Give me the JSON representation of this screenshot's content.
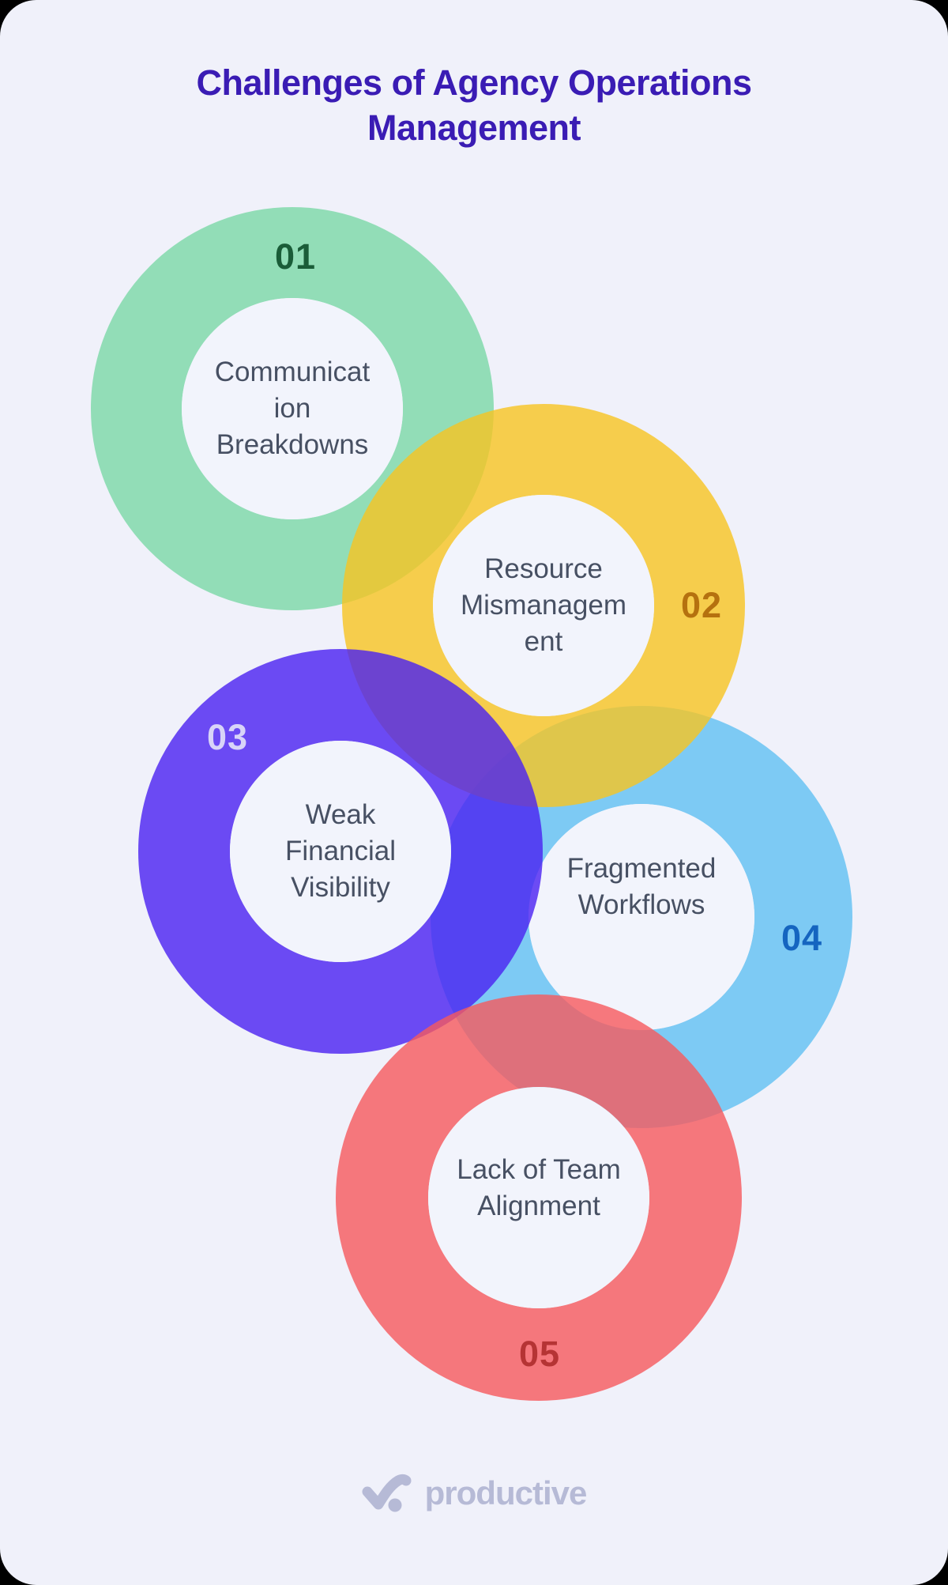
{
  "page": {
    "background_color": "#f0f1fa",
    "frame_color": "#000000"
  },
  "title": {
    "text": "Challenges of Agency Operations\nManagement",
    "color": "#3a1cb4"
  },
  "items": [
    {
      "number": "01",
      "label": "Communicat\nion\nBreakdowns",
      "ring_color": "#7bd8a6",
      "number_color": "#1a5c38"
    },
    {
      "number": "02",
      "label": "Resource\nMismanagem\nent",
      "ring_color": "#f8c421",
      "number_color": "#b5710f"
    },
    {
      "number": "03",
      "label": "Weak\nFinancial\nVisibility",
      "ring_color": "#4a21f1",
      "number_color": "#d8d4f8"
    },
    {
      "number": "04",
      "label": "Fragmented\nWorkflows",
      "ring_color": "#60c0f2",
      "number_color": "#1565c0"
    },
    {
      "number": "05",
      "label": "Lack of Team\nAlignment",
      "ring_color": "#f6595c",
      "number_color": "#b53434"
    }
  ],
  "footer": {
    "brand": "productive",
    "color": "#b6bad6"
  },
  "label_text_color": "#475063"
}
